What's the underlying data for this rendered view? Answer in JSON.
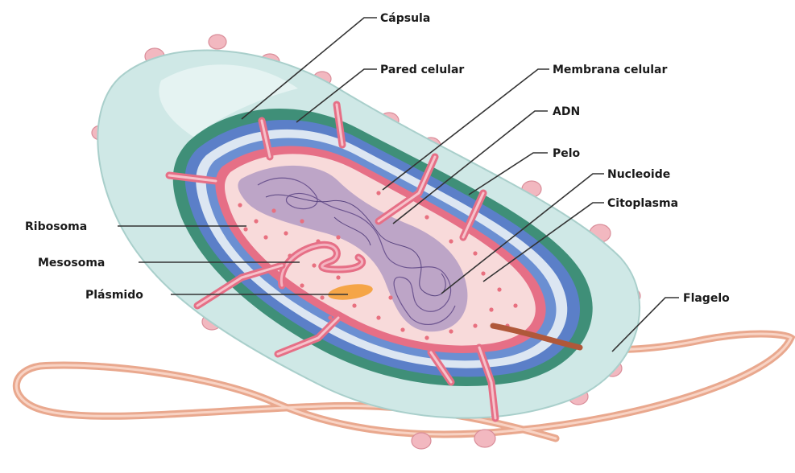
{
  "diagram": {
    "labels": {
      "capsula": "Cápsula",
      "pared_celular": "Pared celular",
      "membrana_celular": "Membrana celular",
      "adn": "ADN",
      "pelo": "Pelo",
      "nucleoide": "Nucleoide",
      "citoplasma": "Citoplasma",
      "ribosoma": "Ribosoma",
      "mesosoma": "Mesosoma",
      "plasmido": "Plásmido",
      "flagelo": "Flagelo"
    },
    "colors": {
      "capsule": "#cfe8e6",
      "cell_wall_outer": "#3f8f78",
      "membrane_blue": "#5b7fc8",
      "membrane_light": "#dce6f2",
      "membrane_pink": "#e66f86",
      "cytoplasm": "#f8dada",
      "nucleoid": "#b69ec4",
      "plasmid": "#f5a547",
      "flagellum": "#e9a88e",
      "ribosome_dot": "#e8707f",
      "pili_knob": "#f2b8c0"
    }
  }
}
